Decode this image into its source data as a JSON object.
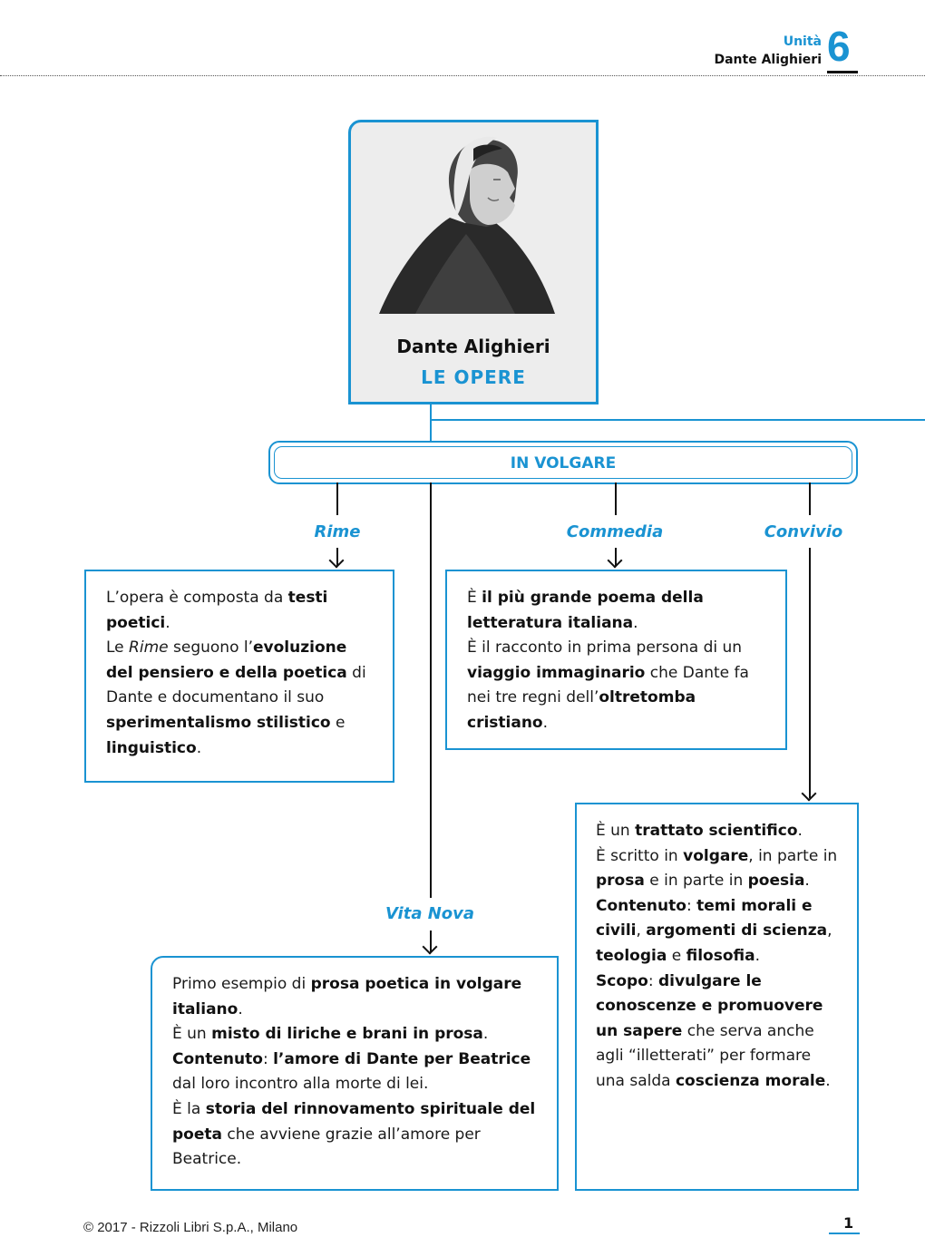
{
  "header": {
    "unit_label": "Unità",
    "chapter_title": "Dante Alighieri",
    "unit_number": "6"
  },
  "title": {
    "name": "Dante Alighieri",
    "subtitle": "LE  OPERE",
    "portrait": "portrait-of-dante"
  },
  "category": {
    "label": "IN VOLGARE"
  },
  "works": {
    "rime": {
      "label": "Rime",
      "p1": "L’opera è composta da ",
      "p1b": "testi poetici",
      "p1e": ".",
      "p2a": "Le ",
      "p2i": "Rime",
      "p2b": " seguono l’",
      "p2c": "evoluzione del pensiero e della poetica",
      "p2d": " di Dante e documentano il suo ",
      "p2e": "sperimentalismo stilistico",
      "p2f": " e ",
      "p2g": "linguistico",
      "p2h": "."
    },
    "commedia": {
      "label": "Commedia",
      "a": "È ",
      "b": "il più grande poema della letteratura italiana",
      "c": ".",
      "d": "È il racconto in prima persona di un ",
      "e": "viaggio immaginario",
      "f": " che Dante fa nei tre regni dell’",
      "g": "oltretomba cristiano",
      "h": "."
    },
    "convivio": {
      "label": "Convivio",
      "a": "È un ",
      "b": "trattato scientifico",
      "c": ".",
      "d": "È scritto in ",
      "e": "volgare",
      "f": ", in parte in ",
      "g": "prosa",
      "h": " e in parte in ",
      "i": "poesia",
      "j": ".",
      "k": "Contenuto",
      "l": ": ",
      "m": "temi morali e civili",
      "n": ", ",
      "o": "argomenti di scienza",
      "p": ", ",
      "q": "teologia",
      "r": " e ",
      "s": "filosofia",
      "t": ".",
      "u": "Scopo",
      "v": ": ",
      "w": "divulgare le conoscenze e promuovere un sapere",
      "x": " che serva anche agli “illetterati” per formare una salda ",
      "y": "coscienza morale",
      "z": "."
    },
    "vita_nova": {
      "label": "Vita Nova",
      "a": "Primo esempio di ",
      "b": "prosa poetica in volgare italiano",
      "c": ".",
      "d": "È un ",
      "e": "misto di liriche e brani in prosa",
      "f": ".",
      "g": "Contenuto",
      "h": ": ",
      "i": "l’amore di Dante per Beatrice",
      "j": " dal loro incontro alla morte di lei.",
      "k": "È la ",
      "l": "storia del rinnovamento spirituale del poeta",
      "m": " che avviene grazie all’amore per Beatrice."
    }
  },
  "footer": {
    "copyright": "© 2017 - Rizzoli Libri S.p.A., Milano",
    "page": "1"
  },
  "colors": {
    "accent": "#1a93d2",
    "panel": "#ededed"
  }
}
